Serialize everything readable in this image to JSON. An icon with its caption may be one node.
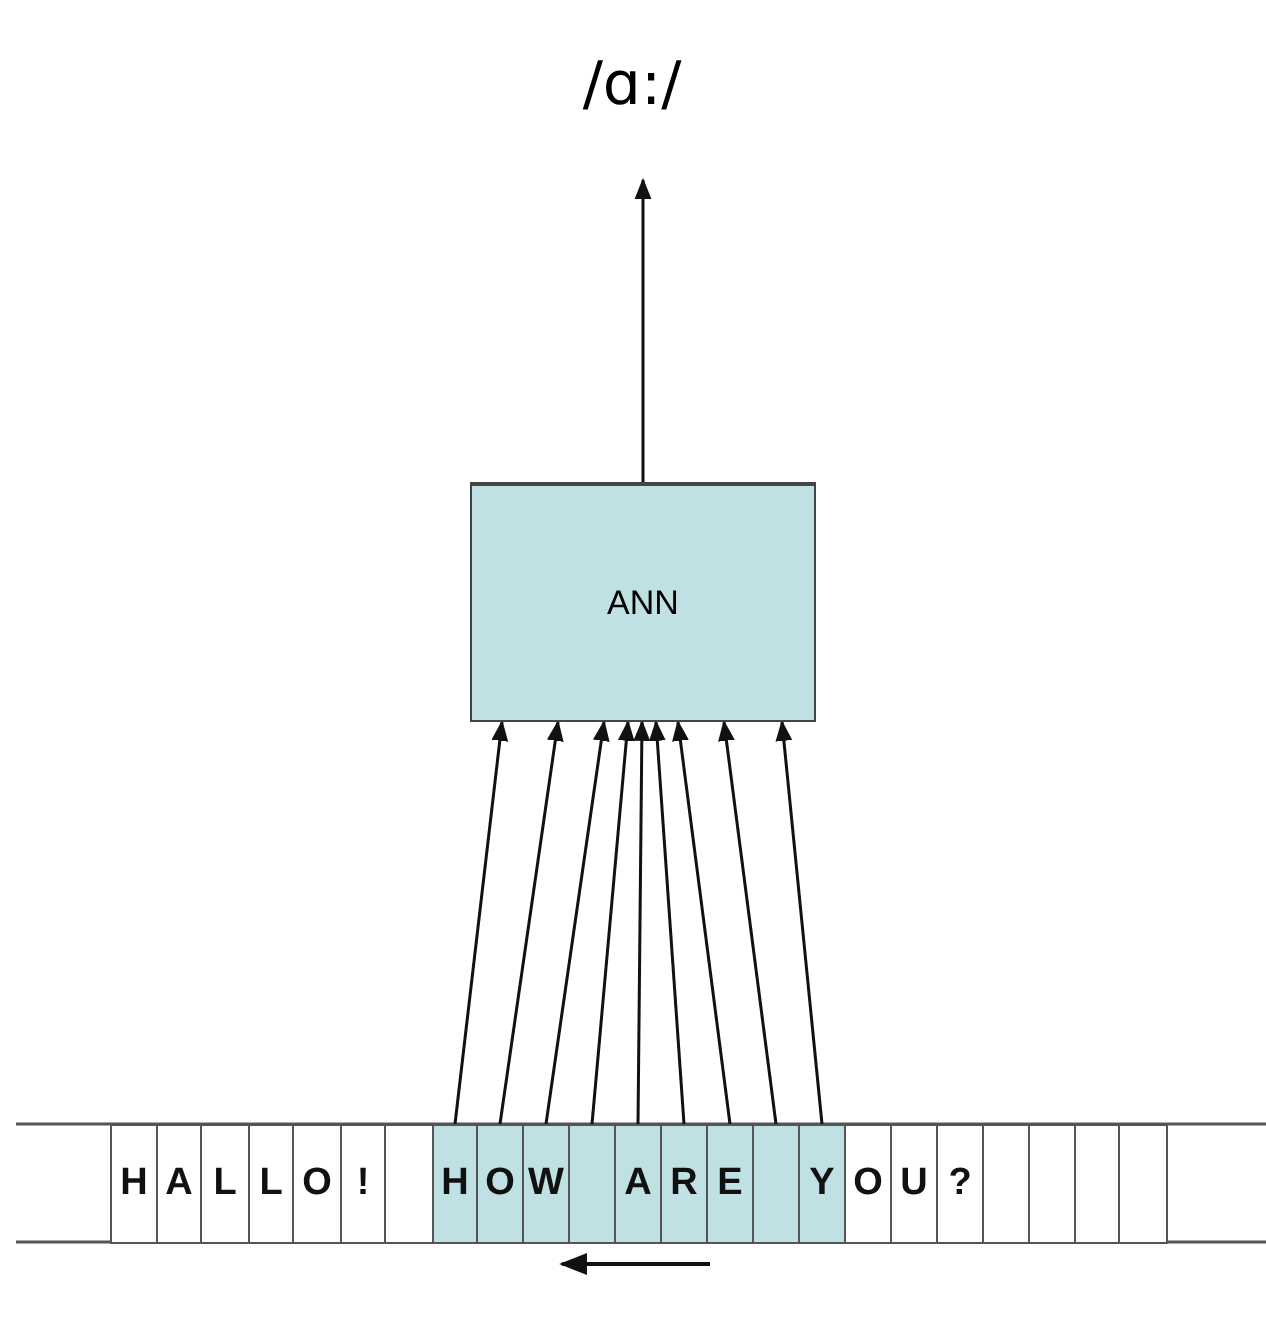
{
  "diagram": {
    "nodes": [
      {
        "text": [
          "/ɑ:/"
        ]
      },
      {
        "text": [
          "ANN"
        ]
      },
      {
        "text": [
          "H"
        ]
      },
      {
        "text": [
          "A"
        ]
      },
      {
        "text": [
          "L"
        ]
      },
      {
        "text": [
          "L"
        ]
      },
      {
        "text": [
          "O"
        ]
      },
      {
        "text": [
          "!"
        ]
      },
      {
        "text": [],
        "shape": "box"
      },
      {
        "text": [
          "H"
        ]
      },
      {
        "text": [
          "O"
        ]
      },
      {
        "text": [
          "W"
        ]
      },
      {
        "text": [],
        "shape": "box"
      },
      {
        "text": [
          "A"
        ]
      },
      {
        "text": [
          "R"
        ]
      },
      {
        "text": [
          "E"
        ]
      },
      {
        "text": [],
        "shape": "box"
      },
      {
        "text": [
          "Y"
        ]
      },
      {
        "text": [
          "O"
        ]
      },
      {
        "text": [
          "U"
        ]
      },
      {
        "text": [
          "?"
        ]
      },
      {
        "text": [],
        "shape": "box"
      },
      {
        "text": [],
        "shape": "box"
      },
      {
        "text": [],
        "shape": "box"
      },
      {
        "text": [],
        "shape": "box"
      }
    ],
    "edges": [
      {
        "from": 1,
        "to": 0,
        "arrow": "to"
      },
      {
        "from": 9,
        "to": 1,
        "arrow": "to"
      },
      {
        "from": 10,
        "to": 1,
        "arrow": "to"
      },
      {
        "from": 11,
        "to": 1,
        "arrow": "to"
      },
      {
        "from": 12,
        "to": 1,
        "arrow": "to"
      },
      {
        "from": 13,
        "to": 1,
        "arrow": "to"
      },
      {
        "from": 14,
        "to": 1,
        "arrow": "to"
      },
      {
        "from": 15,
        "to": 1,
        "arrow": "to"
      },
      {
        "from": 16,
        "to": 1,
        "arrow": "to"
      },
      {
        "from": 17,
        "to": 1,
        "arrow": "to"
      }
    ]
  }
}
